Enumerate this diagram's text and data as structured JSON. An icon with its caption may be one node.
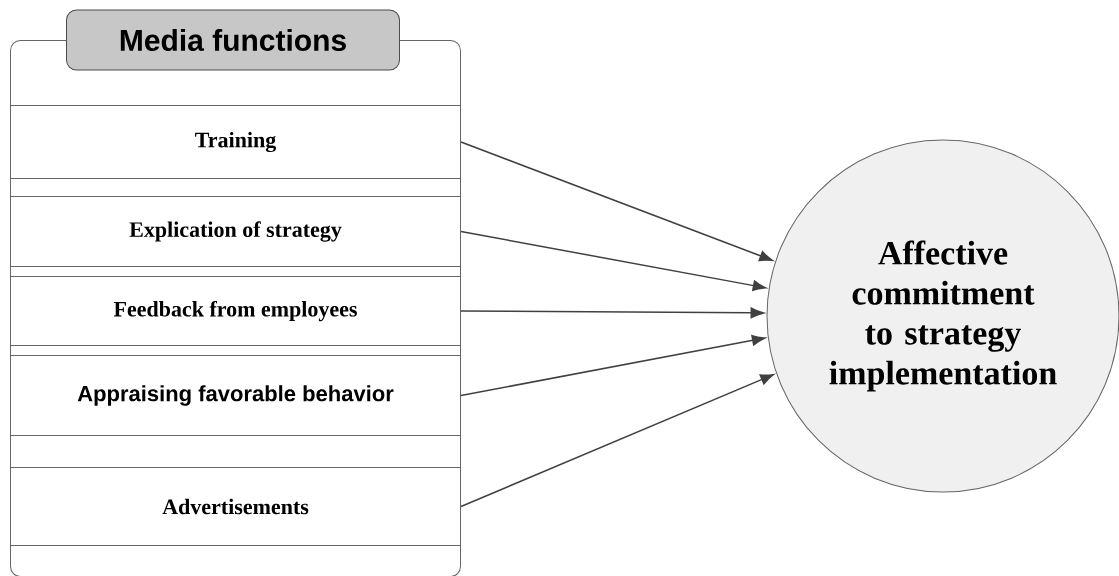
{
  "diagram": {
    "nodes": [
      {
        "text": [
          "Media functions"
        ]
      },
      {
        "text": [
          "Training"
        ],
        "in": 0
      },
      {
        "text": [
          "Explication of strategy"
        ],
        "in": 0
      },
      {
        "text": [
          "Feedback from employees"
        ],
        "in": 0
      },
      {
        "text": [
          "Appraising favorable behavior"
        ],
        "in": 0
      },
      {
        "text": [
          "Advertisements"
        ],
        "in": 0
      },
      {
        "text": [
          "Affective commitment to strategy implementation"
        ]
      }
    ],
    "edges": [
      {
        "from": 1,
        "to": 6,
        "arrow": "to"
      },
      {
        "from": 2,
        "to": 6,
        "arrow": "to"
      },
      {
        "from": 3,
        "to": 6,
        "arrow": "to"
      },
      {
        "from": 4,
        "to": 6,
        "arrow": "to"
      },
      {
        "from": 5,
        "to": 6,
        "arrow": "to"
      }
    ]
  }
}
